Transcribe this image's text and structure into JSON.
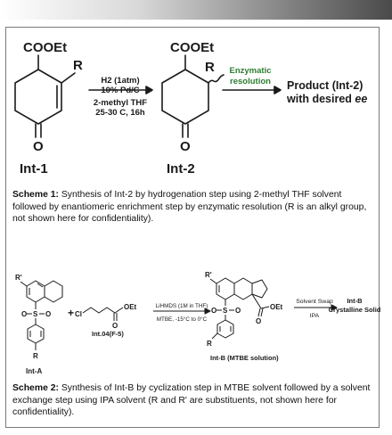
{
  "scheme1": {
    "int1_group": "COOEt",
    "int1_sub": "R",
    "int1_oxygen": "O",
    "int1_label": "Int-1",
    "conditions": [
      "H2 (1atm)",
      "10% Pd/C",
      "2-methyl THF",
      "25-30 C, 16h"
    ],
    "int2_group": "COOEt",
    "int2_sub": "R",
    "int2_oxygen": "O",
    "int2_label": "Int-2",
    "enzymatic": [
      "Enzymatic",
      "resolution"
    ],
    "product_line1": "Product (Int-2)",
    "product_line2_prefix": "with desired ",
    "product_line2_ee": "ee",
    "caption_bold": "Scheme 1:",
    "caption_text": " Synthesis of Int-2 by hydrogenation step using 2-methyl THF solvent followed by enantiomeric enrichment step by enzymatic resolution (R is an alkyl group, not shown here for confidentiality)."
  },
  "scheme2": {
    "intA_sub_top": "R'",
    "intA_sulfonyl": "S",
    "intA_o_left": "O",
    "intA_o_right": "O",
    "intA_sub_bottom": "R",
    "intA_label": "Int-A",
    "plus": "+",
    "reagent_cl": "Cl",
    "reagent_oet": "OEt",
    "reagent_o": "O",
    "reagent_label": "Int.04(F-5)",
    "arrow1_top": "LiHMDS (1M in THF)",
    "arrow1_bottom": "MTBE, -15°C to 0°C",
    "intB_sub_top": "R'",
    "intB_sulfonyl": "S",
    "intB_o_left": "O",
    "intB_o_right": "O",
    "intB_oet": "OEt",
    "intB_o_carbonyl": "O",
    "intB_sub_bottom": "R",
    "intB_label": "Int-B (MTBE solution)",
    "arrow2_top": "Solvent Swap",
    "arrow2_bottom": "IPA",
    "final_line1": "Int-B",
    "final_line2": "Crystalline Solid",
    "caption_bold": "Scheme 2:",
    "caption_text": " Synthesis of Int-B by cyclization step in MTBE solvent followed by a solvent exchange step using IPA solvent (R and R' are substituents, not shown here for confidentiality)."
  },
  "colors": {
    "accent_green": "#2e7d32",
    "text": "#1a1a1a",
    "frame": "#7a7a7a"
  }
}
